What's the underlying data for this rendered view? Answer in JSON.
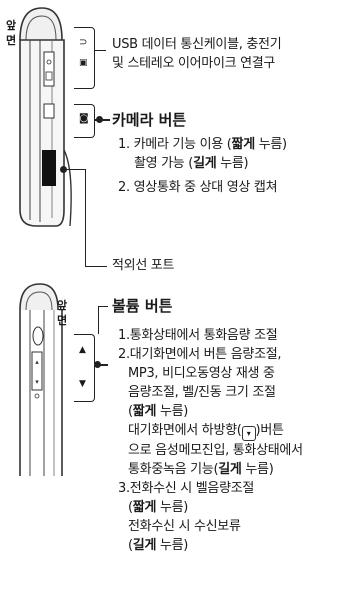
{
  "top": {
    "side_label": [
      "앞",
      "면"
    ],
    "connector": {
      "line1": "USB 데이터 통신케이블, 충전기",
      "line2": "및 스테레오 이어마이크 연결구"
    },
    "camera": {
      "title": "카메라 버튼",
      "item1_prefix": "1. 카메라 기능 이용 (",
      "item1_bold": "짧게",
      "item1_suffix": " 누름)",
      "item1b_prefix": "촬영 가능 (",
      "item1b_bold": "길게",
      "item1b_suffix": " 누름)",
      "item2": "2. 영상통화 중 상대 영상 캡쳐"
    },
    "infrared": "적외선 포트"
  },
  "bottom": {
    "side_label": [
      "앞",
      "면"
    ],
    "volume": {
      "title": "볼륨 버튼",
      "item1": "1.통화상태에서 통화음량 조절",
      "item2_l1": "2.대기화면에서 버튼 음량조절,",
      "item2_l2": "MP3, 비디오동영상 재생 중",
      "item2_l3": "음량조절, 벨/진동 크기 조절",
      "item2_l4_prefix": "(",
      "item2_l4_bold": "짧게",
      "item2_l4_suffix": " 누름)",
      "item2_l5_prefix": "대기화면에서 하방향(",
      "item2_l5_suffix": ")버튼",
      "item2_l6": "으로 음성메모진입, 통화상태에서",
      "item2_l7_prefix": "통화중녹음 기능(",
      "item2_l7_bold": "길게",
      "item2_l7_suffix": " 누름)",
      "item3_l1": "3.전화수신 시 벨음량조절",
      "item3_l2_prefix": "(",
      "item3_l2_bold": "짧게",
      "item3_l2_suffix": " 누름)",
      "item3_l3": "전화수신 시 수신보류",
      "item3_l4_prefix": "(",
      "item3_l4_bold": "길게",
      "item3_l4_suffix": " 누름)"
    }
  }
}
